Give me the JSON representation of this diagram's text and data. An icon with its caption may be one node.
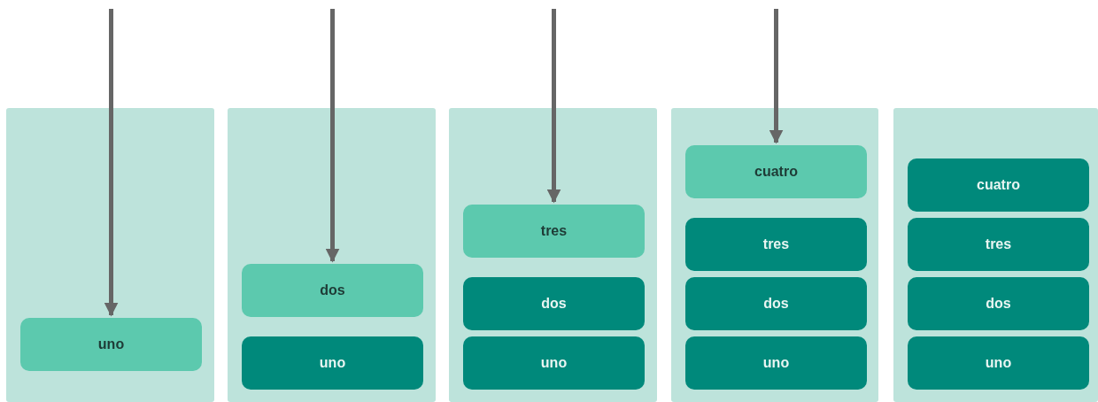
{
  "diagram": {
    "nodes": [
      {
        "text": [],
        "shape": "box"
      },
      {
        "text": [
          "uno"
        ],
        "in": 0
      },
      {
        "text": [],
        "shape": "box"
      },
      {
        "text": [
          "dos"
        ],
        "in": 2
      },
      {
        "text": [
          "uno"
        ],
        "in": 2
      },
      {
        "text": [],
        "shape": "box"
      },
      {
        "text": [
          "tres"
        ],
        "in": 5
      },
      {
        "text": [
          "dos"
        ],
        "in": 5
      },
      {
        "text": [
          "uno"
        ],
        "in": 5
      },
      {
        "text": [],
        "shape": "box"
      },
      {
        "text": [
          "cuatro"
        ],
        "in": 9
      },
      {
        "text": [
          "tres"
        ],
        "in": 9
      },
      {
        "text": [
          "dos"
        ],
        "in": 9
      },
      {
        "text": [
          "uno"
        ],
        "in": 9
      },
      {
        "text": [],
        "shape": "box"
      },
      {
        "text": [
          "cuatro"
        ],
        "in": 14
      },
      {
        "text": [
          "tres"
        ],
        "in": 14
      },
      {
        "text": [
          "dos"
        ],
        "in": 14
      },
      {
        "text": [
          "uno"
        ],
        "in": 14
      }
    ],
    "edges": [
      {
        "from": null,
        "to": 1,
        "arrow": "to"
      },
      {
        "from": null,
        "to": 3,
        "arrow": "to"
      },
      {
        "from": null,
        "to": 6,
        "arrow": "to"
      },
      {
        "from": null,
        "to": 10,
        "arrow": "to"
      }
    ]
  }
}
